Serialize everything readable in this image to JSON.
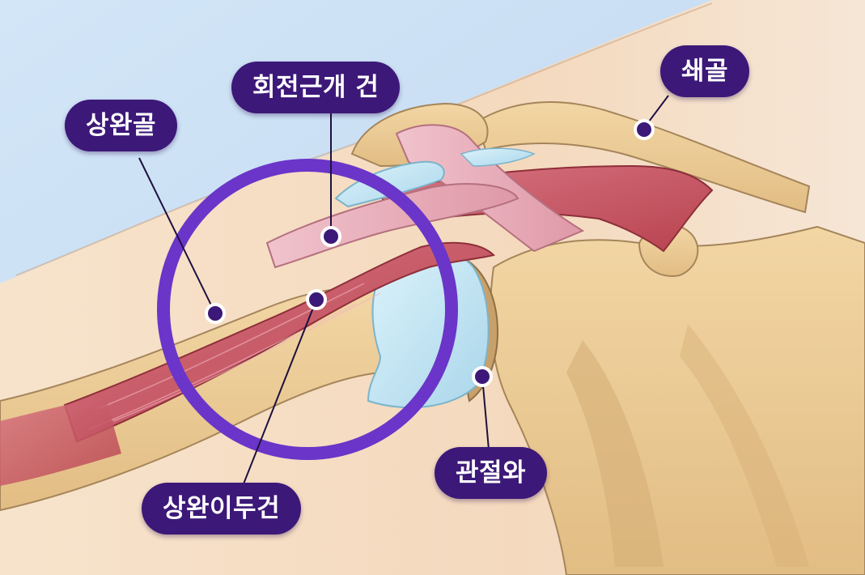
{
  "labels": {
    "humerus": "상완골",
    "rotator_cuff_tendon": "회전근개 건",
    "clavicle": "쇄골",
    "glenoid": "관절와",
    "biceps_tendon": "상완이두건"
  },
  "colors": {
    "label_bg": "#3c1878",
    "highlight_ring": "#6a35c8",
    "background_top": "#c9def3",
    "skin": "#f5dcc2",
    "bone": "#eccb92",
    "muscle": "#c9535f",
    "tendon": "#e6a4b2",
    "cartilage": "#c4e8f4"
  }
}
